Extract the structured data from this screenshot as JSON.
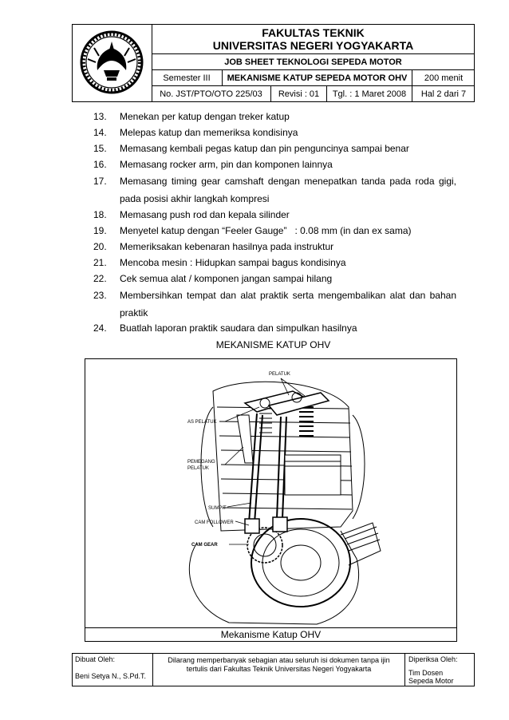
{
  "header": {
    "faculty": "FAKULTAS TEKNIK",
    "university": "UNIVERSITAS NEGERI YOGYAKARTA",
    "job_sheet": "JOB SHEET TEKNOLOGI SEPEDA MOTOR",
    "semester": "Semester III",
    "topic": "MEKANISME KATUP SEPEDA MOTOR OHV",
    "duration": "200 menit",
    "doc_number": "No. JST/PTO/OTO 225/03",
    "revision": "Revisi : 01",
    "date": "Tgl. : 1 Maret 2008",
    "page": "Hal 2 dari 7"
  },
  "steps": [
    {
      "num": "13.",
      "text": "Menekan per katup dengan treker katup"
    },
    {
      "num": "14.",
      "text": "Melepas katup dan memeriksa kondisinya"
    },
    {
      "num": "15.",
      "text": "Memasang kembali pegas katup dan pin penguncinya sampai benar"
    },
    {
      "num": "16.",
      "text": "Memasang rocker arm, pin dan komponen lainnya"
    },
    {
      "num": "17.",
      "text": "Memasang timing gear camshaft dengan menepatkan tanda pada roda gigi,",
      "cont": "pada posisi akhir langkah kompresi"
    },
    {
      "num": "18.",
      "text": "Memasang push rod dan kepala silinder"
    },
    {
      "num": "19.",
      "text": "Menyetel katup dengan “Feeler Gauge”   : 0.08 mm (in dan ex sama)"
    },
    {
      "num": "20.",
      "text": "Memeriksakan kebenaran hasilnya pada instruktur"
    },
    {
      "num": "21.",
      "text": "Mencoba mesin : Hidupkan sampai bagus kondisinya"
    },
    {
      "num": "22.",
      "text": "Cek semua alat / komponen jangan sampai hilang"
    },
    {
      "num": "23.",
      "text": "Membersihkan tempat dan alat praktik serta mengembalikan alat dan bahan",
      "cont": "praktik"
    },
    {
      "num": "24.",
      "text": "Buatlah laporan praktik saudara dan simpulkan hasilnya"
    }
  ],
  "figure": {
    "heading": "MEKANISME KATUP OHV",
    "caption": "Mekanisme Katup OHV",
    "labels": {
      "pelatuk": "PELATUK",
      "as_pelatuk": "AS PELATUK",
      "pemegang_1": "PEMEGANG",
      "pemegang_2": "PELATUK",
      "sumpit": "SUMPIT",
      "cam_follower": "CAM FOLLOWER",
      "cam_gear": "CAM GEAR"
    }
  },
  "footer": {
    "made_by_label": "Dibuat Oleh:",
    "made_by_name": "Beni Setya N., S.Pd.T.",
    "notice": "Dilarang memperbanyak sebagian atau seluruh isi dokumen tanpa ijin tertulis dari Fakultas Teknik Universitas Negeri Yogyakarta",
    "checked_label": "Diperiksa Oleh:",
    "checked_name_1": "Tim Dosen",
    "checked_name_2": "Sepeda Motor"
  }
}
